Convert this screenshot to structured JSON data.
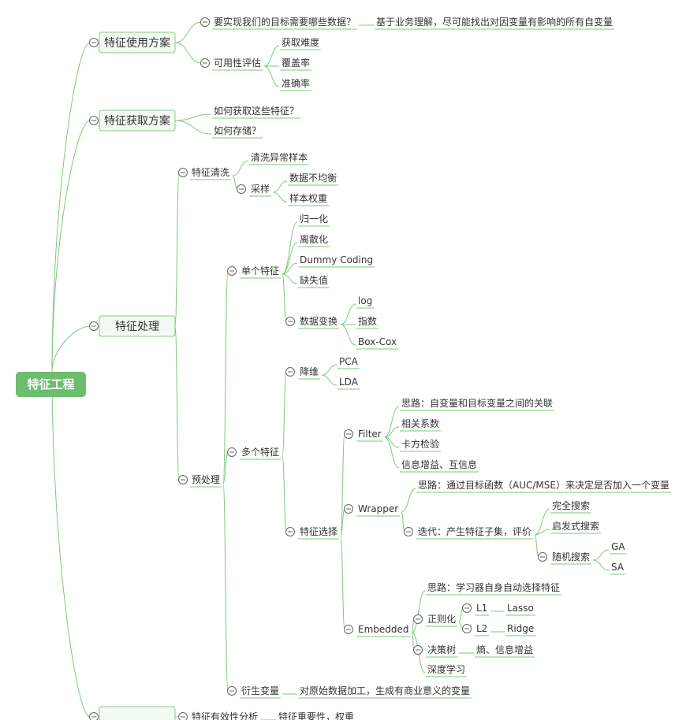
{
  "root": {
    "id": "root",
    "label": "特征工程",
    "children": [
      {
        "id": "usage",
        "label": "特征使用方案",
        "children": [
          {
            "id": "usage1",
            "label": "要实现我们的目标需要哪些数据？",
            "children": [
              {
                "id": "usage1a",
                "label": "基于业务理解，尽可能找出对因变量有影响的所有自变量"
              }
            ]
          },
          {
            "id": "usage2",
            "label": "可用性评估",
            "children": [
              {
                "id": "usage2a",
                "label": "获取难度"
              },
              {
                "id": "usage2b",
                "label": "覆盖率"
              },
              {
                "id": "usage2c",
                "label": "准确率"
              }
            ]
          }
        ]
      },
      {
        "id": "acq",
        "label": "特征获取方案",
        "children": [
          {
            "id": "acq1",
            "label": "如何获取这些特征？"
          },
          {
            "id": "acq2",
            "label": "如何存储？"
          }
        ]
      },
      {
        "id": "proc",
        "label": "特征处理",
        "children": [
          {
            "id": "clean",
            "label": "特征清洗",
            "children": [
              {
                "id": "clean1",
                "label": "清洗异常样本"
              },
              {
                "id": "samp",
                "label": "采样",
                "children": [
                  {
                    "id": "samp1",
                    "label": "数据不均衡"
                  },
                  {
                    "id": "samp2",
                    "label": "样本权重"
                  }
                ]
              }
            ]
          },
          {
            "id": "pre",
            "label": "预处理",
            "children": [
              {
                "id": "single",
                "label": "单个特征",
                "children": [
                  {
                    "id": "s1",
                    "label": "归一化"
                  },
                  {
                    "id": "s2",
                    "label": "离散化"
                  },
                  {
                    "id": "s3",
                    "label": "Dummy Coding"
                  },
                  {
                    "id": "s4",
                    "label": "缺失值"
                  },
                  {
                    "id": "trans",
                    "label": "数据变换",
                    "children": [
                      {
                        "id": "t1",
                        "label": "log"
                      },
                      {
                        "id": "t2",
                        "label": "指数"
                      },
                      {
                        "id": "t3",
                        "label": "Box-Cox"
                      }
                    ]
                  }
                ]
              },
              {
                "id": "multi",
                "label": "多个特征",
                "children": [
                  {
                    "id": "dim",
                    "label": "降维",
                    "children": [
                      {
                        "id": "d1",
                        "label": "PCA"
                      },
                      {
                        "id": "d2",
                        "label": "LDA"
                      }
                    ]
                  },
                  {
                    "id": "sel",
                    "label": "特征选择",
                    "children": [
                      {
                        "id": "filter",
                        "label": "Filter",
                        "children": [
                          {
                            "id": "f1",
                            "label": "思路：自变量和目标变量之间的关联"
                          },
                          {
                            "id": "f2",
                            "label": "相关系数"
                          },
                          {
                            "id": "f3",
                            "label": "卡方检验"
                          },
                          {
                            "id": "f4",
                            "label": "信息增益、互信息"
                          }
                        ]
                      },
                      {
                        "id": "wrap",
                        "label": "Wrapper",
                        "children": [
                          {
                            "id": "w1",
                            "label": "思路：通过目标函数（AUC/MSE）来决定是否加入一个变量"
                          },
                          {
                            "id": "w2",
                            "label": "迭代：产生特征子集，评价",
                            "children": [
                              {
                                "id": "w2a",
                                "label": "完全搜索"
                              },
                              {
                                "id": "w2b",
                                "label": "启发式搜索"
                              },
                              {
                                "id": "w2c",
                                "label": "随机搜索",
                                "children": [
                                  {
                                    "id": "ga",
                                    "label": "GA"
                                  },
                                  {
                                    "id": "sa",
                                    "label": "SA"
                                  }
                                ]
                              }
                            ]
                          }
                        ]
                      },
                      {
                        "id": "emb",
                        "label": "Embedded",
                        "children": [
                          {
                            "id": "e1",
                            "label": "思路：学习器自身自动选择特征"
                          },
                          {
                            "id": "reg",
                            "label": "正则化",
                            "children": [
                              {
                                "id": "l1",
                                "label": "L1",
                                "children": [
                                  {
                                    "id": "lasso",
                                    "label": "Lasso"
                                  }
                                ]
                              },
                              {
                                "id": "l2",
                                "label": "L2",
                                "children": [
                                  {
                                    "id": "ridge",
                                    "label": "Ridge"
                                  }
                                ]
                              }
                            ]
                          },
                          {
                            "id": "tree",
                            "label": "决策树",
                            "children": [
                              {
                                "id": "tree1",
                                "label": "熵、信息增益"
                              }
                            ]
                          },
                          {
                            "id": "deep",
                            "label": "深度学习"
                          }
                        ]
                      }
                    ]
                  }
                ]
              },
              {
                "id": "der",
                "label": "衍生变量",
                "children": [
                  {
                    "id": "der1",
                    "label": "对原始数据加工，生成有商业意义的变量"
                  }
                ]
              }
            ]
          }
        ]
      },
      {
        "id": "monitor",
        "label": "",
        "children": [
          {
            "id": "mon1",
            "label": "特征有效性分析",
            "children": [
              {
                "id": "mon1a",
                "label": "特征重要性，权重"
              }
            ]
          }
        ]
      }
    ]
  }
}
